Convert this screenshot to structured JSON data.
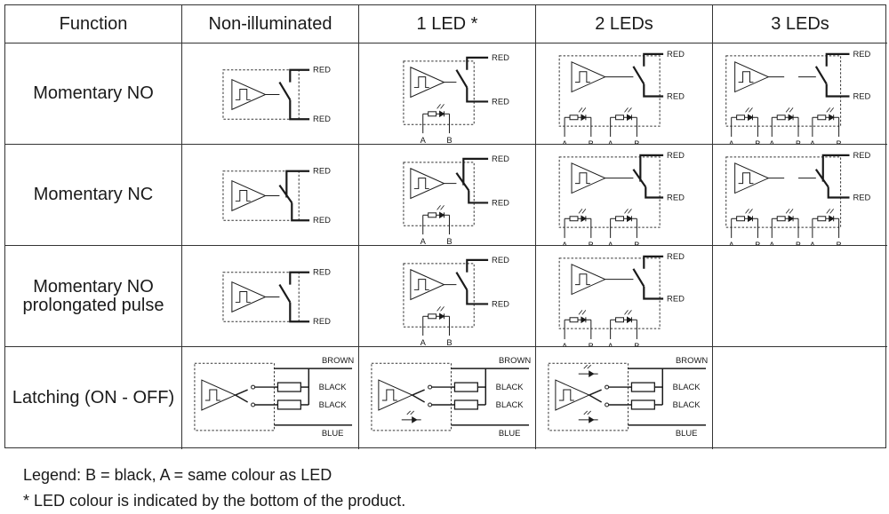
{
  "headers": {
    "function": "Function",
    "non_illuminated": "Non-illuminated",
    "led1": "1 LED  *",
    "led2": "2 LEDs",
    "led3": "3 LEDs"
  },
  "rows": {
    "momentary_no": "Momentary NO",
    "momentary_nc": "Momentary NC",
    "prolongated_line1": "Momentary NO",
    "prolongated_line2": "prolongated pulse",
    "latching": "Latching (ON - OFF)"
  },
  "wire_labels": {
    "red": "RED",
    "brown": "BROWN",
    "black": "BLACK",
    "blue": "BLUE",
    "a": "A",
    "b": "B"
  },
  "legend": {
    "line1": "Legend: B = black, A = same colour as LED",
    "line2": "* LED colour is indicated by the bottom of the product."
  }
}
